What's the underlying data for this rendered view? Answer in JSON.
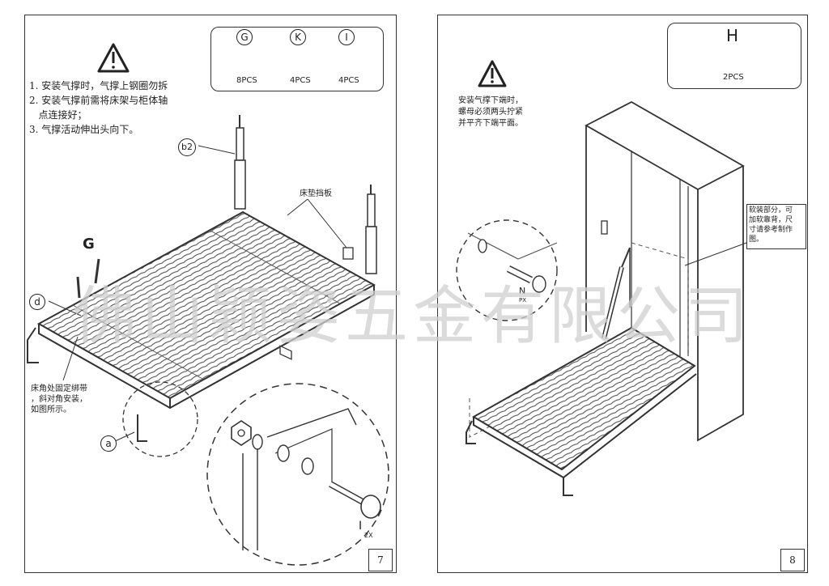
{
  "left_page": {
    "warning_lines": [
      "1. 安装气撑时，气撑上钢圈勿拆",
      "2. 安装气撑前需将床架与柜体轴",
      "   点连接好；",
      "3. 气撑活动伸出头向下。"
    ],
    "parts": [
      {
        "letter": "G",
        "qty": "8PCS",
        "icon": "screw-icon"
      },
      {
        "letter": "K",
        "qty": "4PCS",
        "icon": "nut-icon"
      },
      {
        "letter": "I",
        "qty": "4PCS",
        "icon": "bolt-icon"
      }
    ],
    "labels": {
      "b2": "b2",
      "G": "G",
      "d": "d",
      "a": "a",
      "mattress_stop": "床垫挡板",
      "corner_note": [
        "床角处固定绑带",
        "，斜对角安装，",
        "如图所示。"
      ],
      "I2x_letter": "I",
      "I2x_qty": "2X"
    },
    "page_number": "7"
  },
  "right_page": {
    "warning_lines": [
      "安装气撑下端时，",
      "螺母必须两头拧紧",
      "并平齐下端平面。"
    ],
    "part": {
      "letter": "H",
      "qty": "2PCS",
      "icon": "bolt-icon"
    },
    "soft_note": [
      "软装部分，可",
      "加软靠背，尺",
      "寸请参考制作",
      "图。"
    ],
    "labels": {
      "N": "N",
      "Nsub": "PX"
    },
    "page_number": "8"
  },
  "watermark": "佛山颖姿五金有限公司"
}
